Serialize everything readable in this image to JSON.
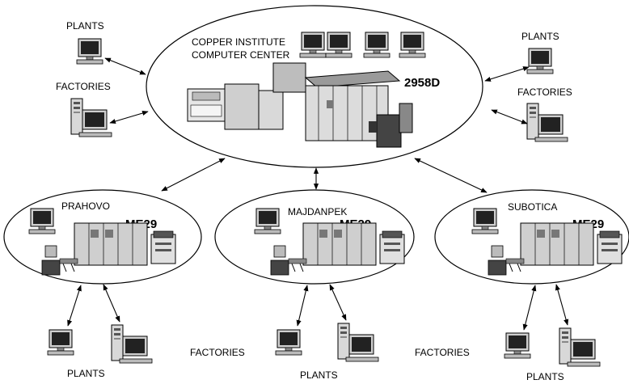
{
  "center": {
    "title_line1": "COPPER INSTITUTE",
    "title_line2": "COMPUTER CENTER",
    "model": "2958D"
  },
  "nodes": [
    {
      "name": "PRAHOVO",
      "model": "ME29"
    },
    {
      "name": "MAJDANPEK",
      "model": "ME29"
    },
    {
      "name": "SUBOTICA",
      "model": "ME29"
    }
  ],
  "labels": {
    "plants": "PLANTS",
    "factories": "FACTORIES"
  }
}
